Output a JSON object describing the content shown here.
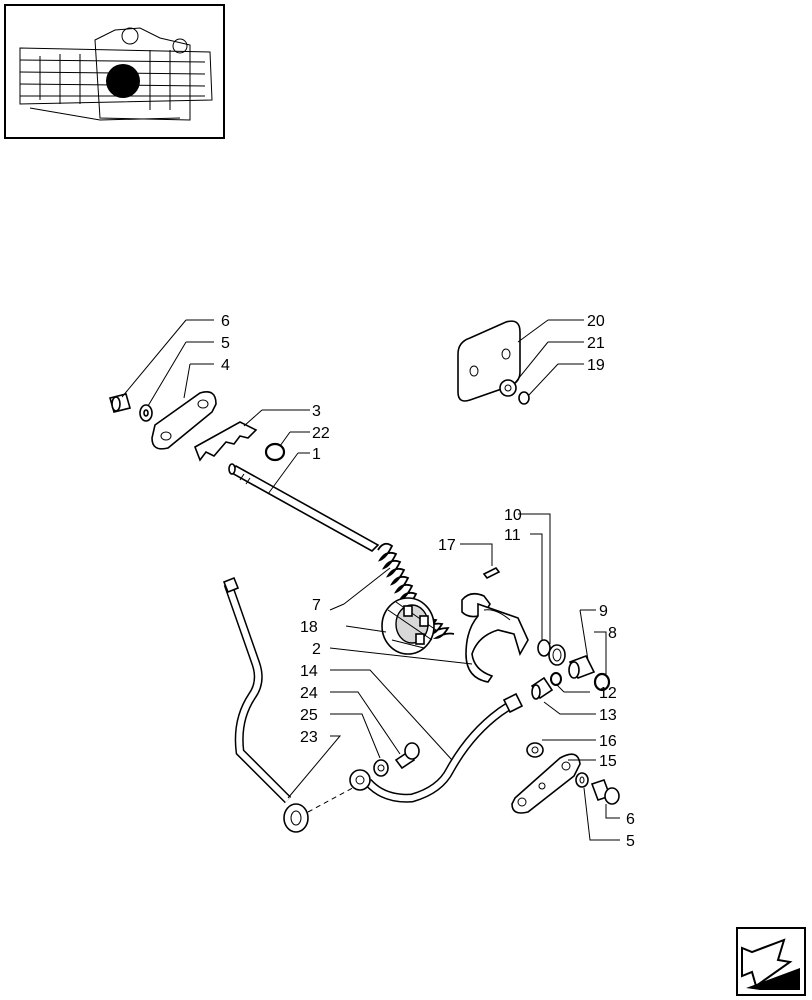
{
  "callouts": [
    {
      "id": "c6a",
      "text": "6"
    },
    {
      "id": "c5a",
      "text": "5"
    },
    {
      "id": "c4",
      "text": "4"
    },
    {
      "id": "c3",
      "text": "3"
    },
    {
      "id": "c22",
      "text": "22"
    },
    {
      "id": "c1",
      "text": "1"
    },
    {
      "id": "c20",
      "text": "20"
    },
    {
      "id": "c21",
      "text": "21"
    },
    {
      "id": "c19",
      "text": "19"
    },
    {
      "id": "c10",
      "text": "10"
    },
    {
      "id": "c11",
      "text": "11"
    },
    {
      "id": "c17",
      "text": "17"
    },
    {
      "id": "c9",
      "text": "9"
    },
    {
      "id": "c8",
      "text": "8"
    },
    {
      "id": "c7",
      "text": "7"
    },
    {
      "id": "c18",
      "text": "18"
    },
    {
      "id": "c2",
      "text": "2"
    },
    {
      "id": "c14",
      "text": "14"
    },
    {
      "id": "c12",
      "text": "12"
    },
    {
      "id": "c13",
      "text": "13"
    },
    {
      "id": "c24",
      "text": "24"
    },
    {
      "id": "c25",
      "text": "25"
    },
    {
      "id": "c23",
      "text": "23"
    },
    {
      "id": "c16",
      "text": "16"
    },
    {
      "id": "c15",
      "text": "15"
    },
    {
      "id": "c6b",
      "text": "6"
    },
    {
      "id": "c5b",
      "text": "5"
    }
  ],
  "icons": {
    "thumbnail": "transmission-housing-thumbnail",
    "nav": "next-page-arrow-icon"
  },
  "colors": {
    "ink": "#000000",
    "paper": "#ffffff"
  }
}
